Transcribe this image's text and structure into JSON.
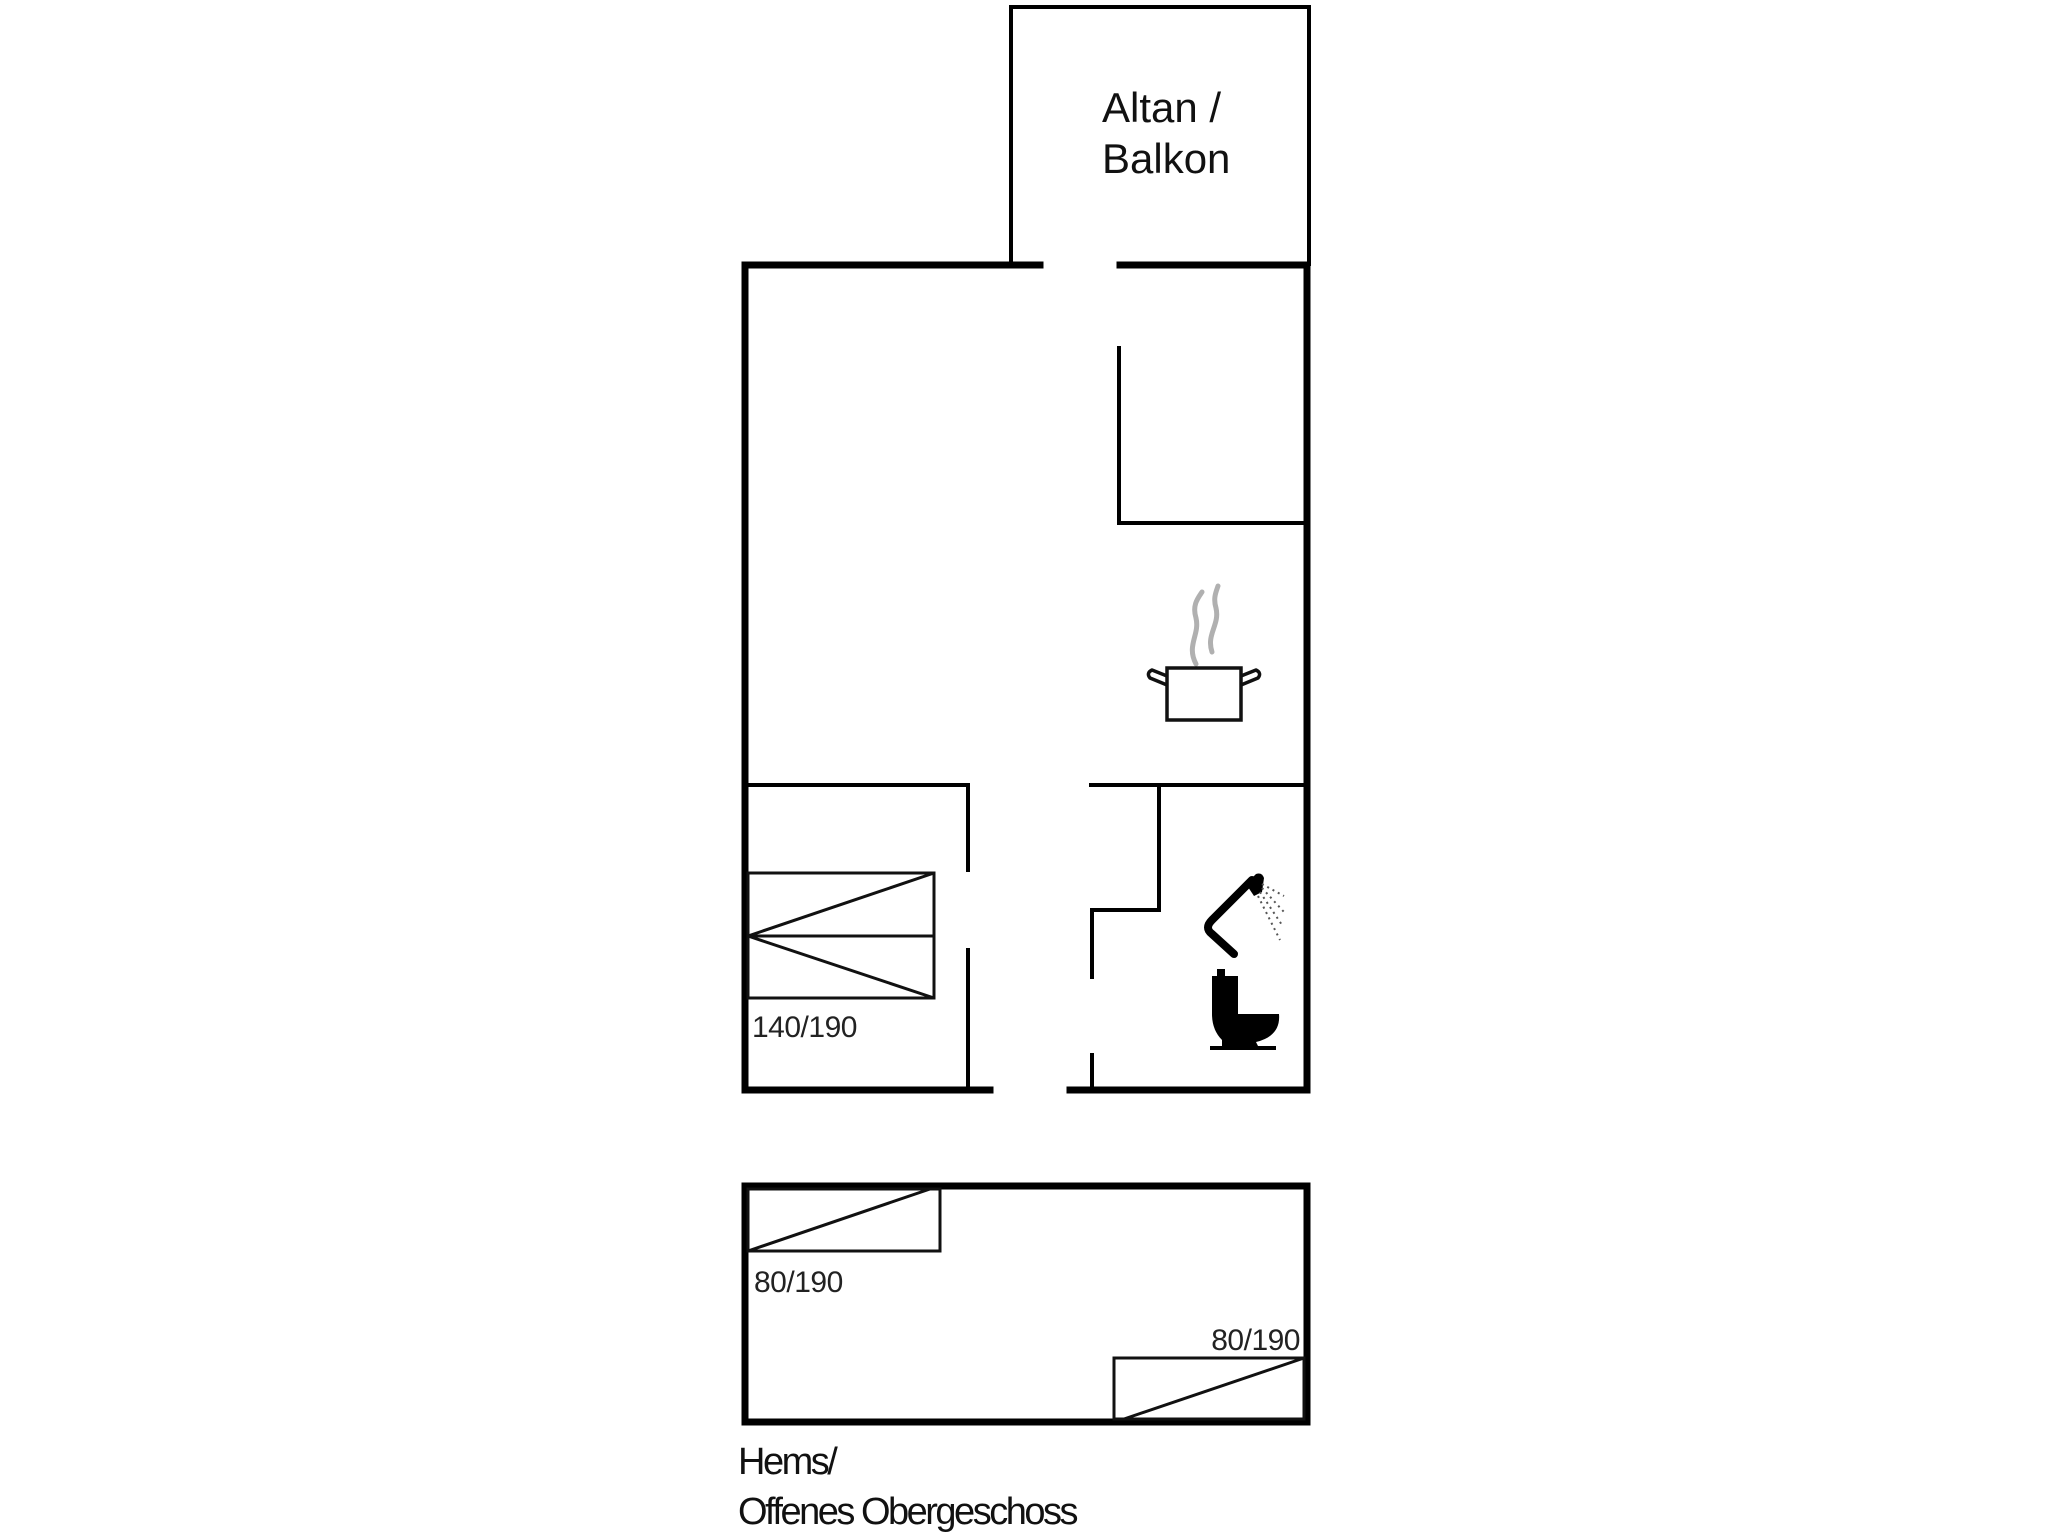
{
  "plan": {
    "rooms": {
      "balcony": {
        "label_line1": "Altan /",
        "label_line2": "Balkon"
      },
      "kitchen_icon": "cooking-pot-icon",
      "bathroom_icons": [
        "shower-icon",
        "toilet-icon"
      ]
    },
    "beds": [
      {
        "id": "double-bed",
        "label": "140/190"
      },
      {
        "id": "loft-bed-1",
        "label": "80/190"
      },
      {
        "id": "loft-bed-2",
        "label": "80/190"
      }
    ],
    "loft": {
      "caption_line1": "Hems/",
      "caption_line2": "Offenes Obergeschoss"
    },
    "colors": {
      "wall": "#000000",
      "background": "#ffffff",
      "steam": "#b0b0b0"
    }
  }
}
